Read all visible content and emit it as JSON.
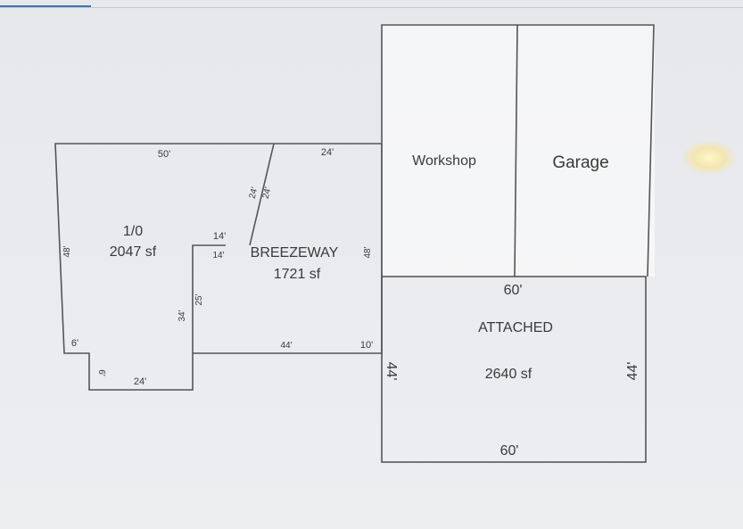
{
  "areas": {
    "main": {
      "name": "1/0",
      "area": "2047 sf",
      "dims": {
        "top": "50'",
        "left": "48'",
        "notch_h": "6'",
        "notch_v": "6'",
        "bottom": "24'",
        "inner_v": "34'"
      }
    },
    "breezeway": {
      "name": "BREEZEWAY",
      "area": "1721 sf",
      "dims": {
        "top": "24'",
        "diag_a": "24'",
        "diag_b": "24'",
        "step_a": "14'",
        "step_b": "14'",
        "left": "25'",
        "bottom": "44'",
        "bottom_right": "10'",
        "right": "48'"
      }
    },
    "workshop": {
      "name": "Workshop"
    },
    "garage": {
      "name": "Garage"
    },
    "attached": {
      "name": "ATTACHED",
      "area": "2640 sf",
      "dims": {
        "top": "60'",
        "bottom": "60'",
        "left": "44'",
        "right": "44'"
      }
    }
  }
}
